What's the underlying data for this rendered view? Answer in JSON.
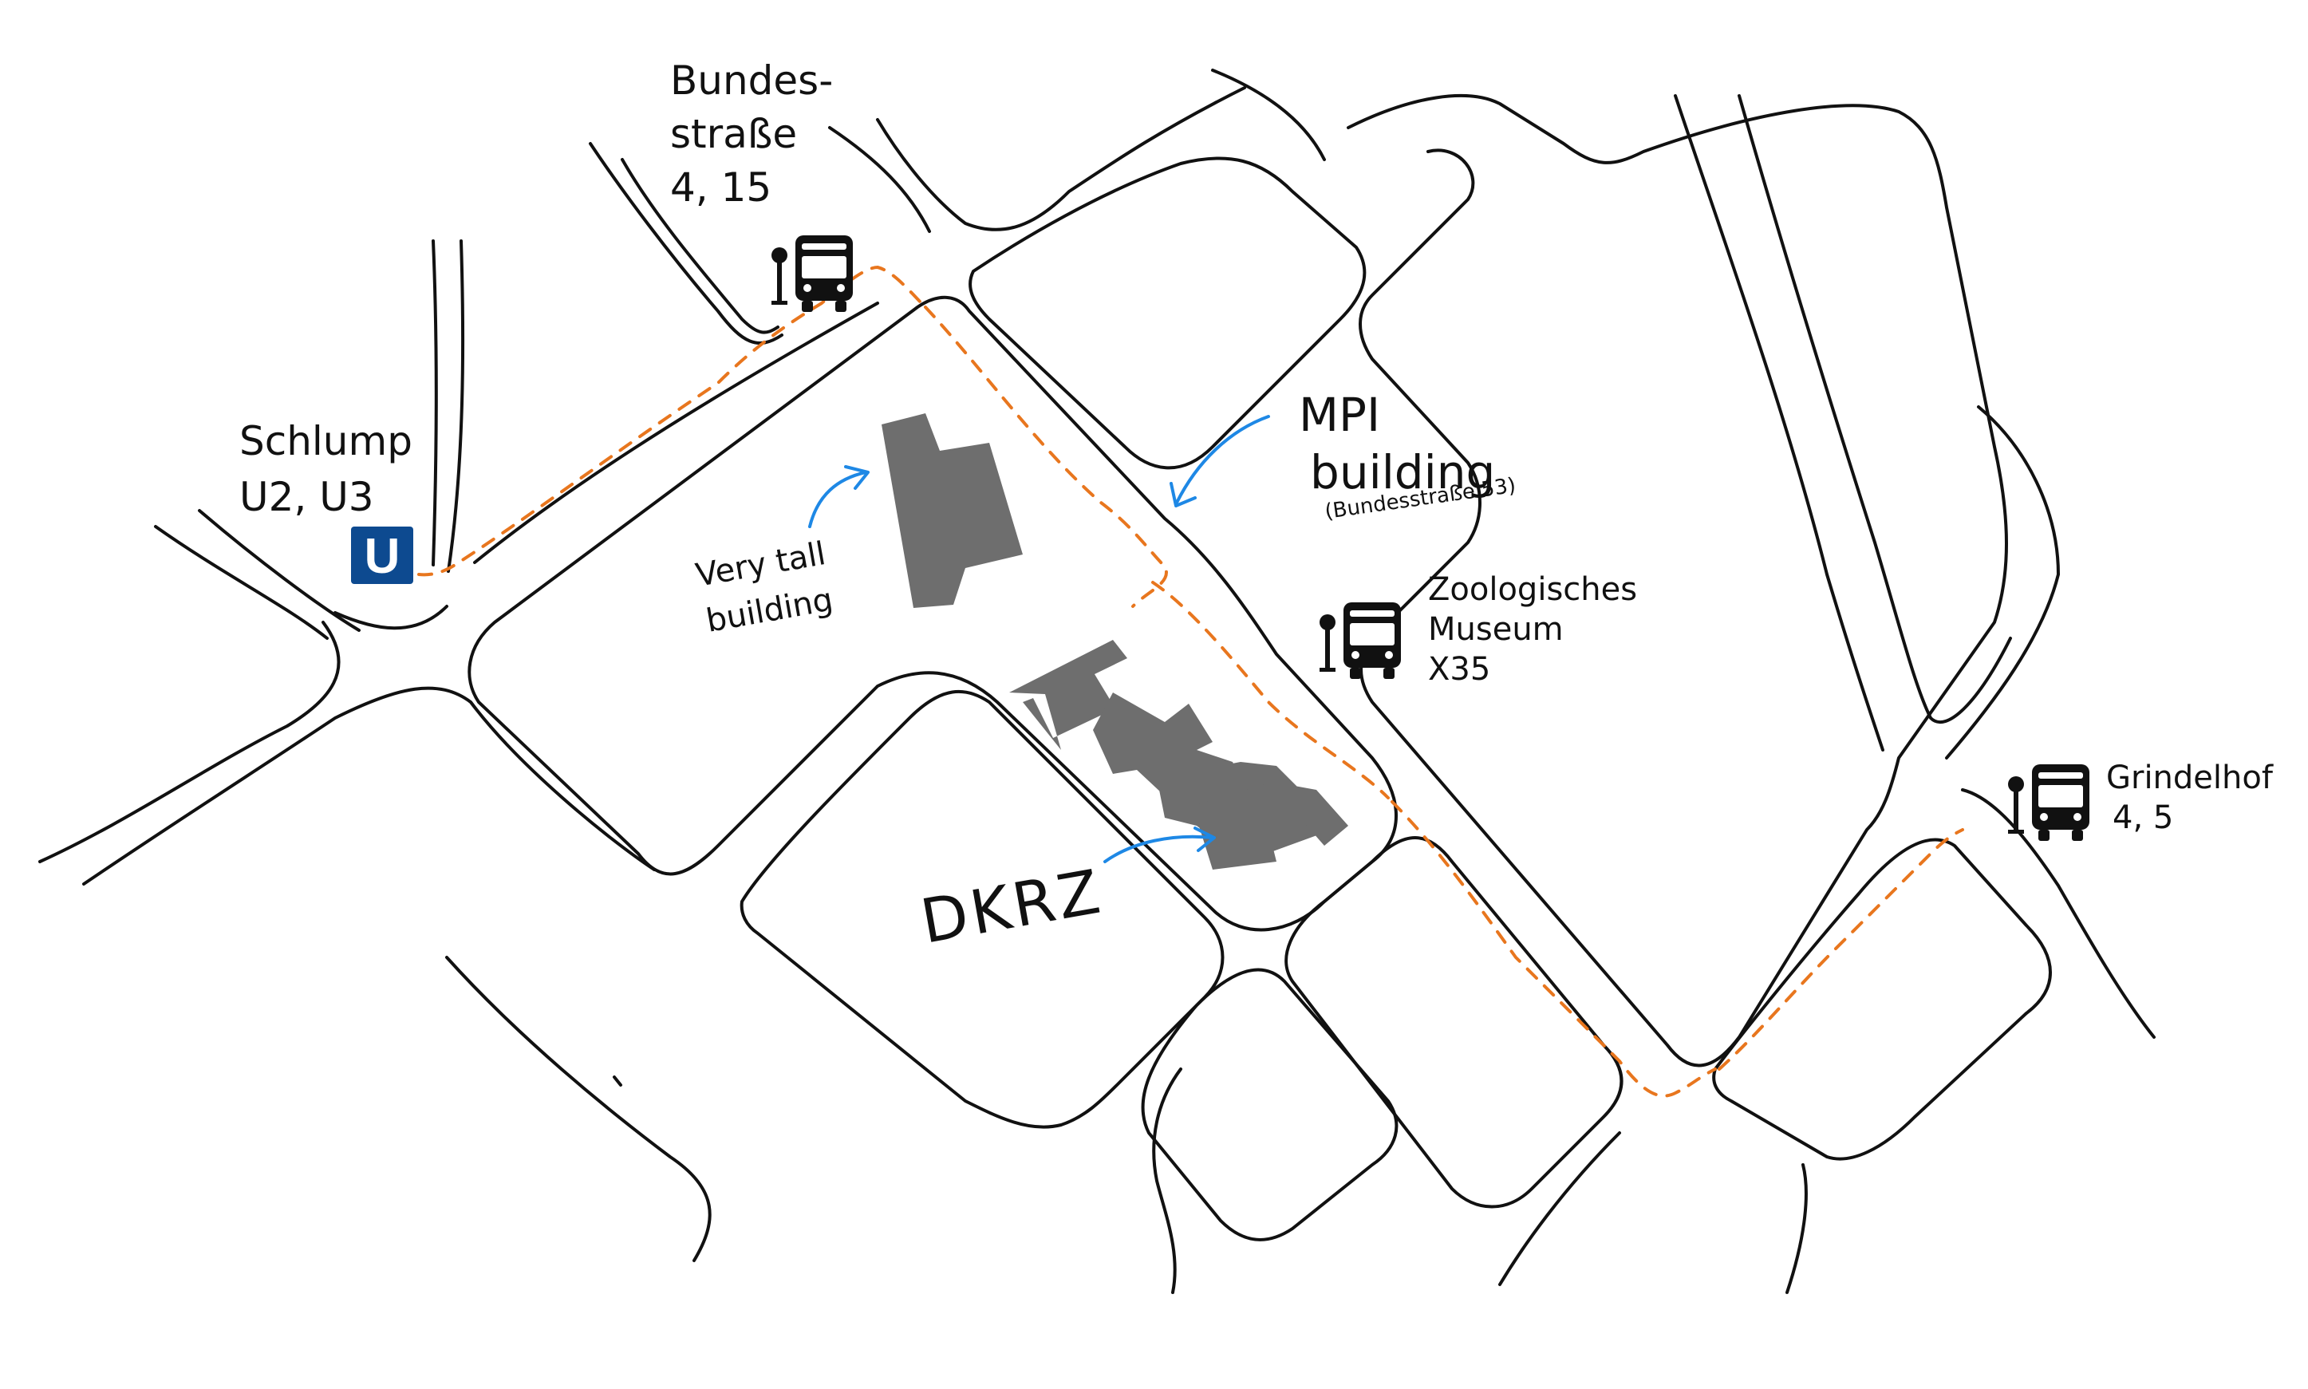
{
  "colors": {
    "street": "#111111",
    "route": "#E8761E",
    "pointer": "#1E88E5",
    "building": "#6E6E6E",
    "ubahn": "#0D4A90"
  },
  "labels": {
    "bundes_line1": "Bundes-",
    "bundes_line2": "straße",
    "bundes_line3": "4, 15",
    "schlump_line1": "Schlump",
    "schlump_line2": "U2, U3",
    "ubahn_letter": "U",
    "mpi_line1": "MPI",
    "mpi_line2": "building",
    "mpi_address": "(Bundesstraße 53)",
    "tall_line1": "Very tall",
    "tall_line2": "building",
    "zoo_line1": "Zoologisches",
    "zoo_line2": "Museum",
    "zoo_line3": "X35",
    "grindel_line1": "Grindelhof",
    "grindel_line2": "4, 5",
    "dkrz": "DKRZ"
  },
  "icons": [
    "ubahn-icon",
    "bus-stop-icon",
    "bus-stop-icon",
    "bus-stop-icon"
  ]
}
